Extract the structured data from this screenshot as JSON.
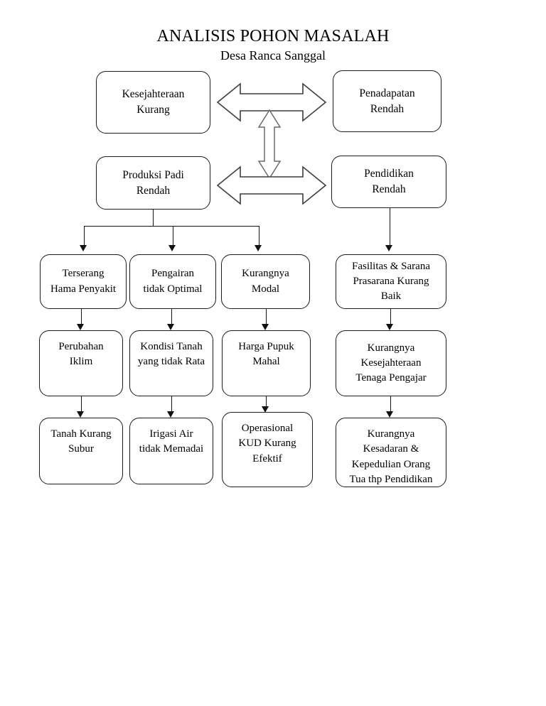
{
  "page": {
    "title_main": "ANALISIS POHON MASALAH",
    "title_sub": "Desa Ranca Sanggal",
    "background_color": "#ffffff",
    "line_color": "#111111"
  },
  "diagram": {
    "type": "problem-tree",
    "nodes": {
      "r1c1": "Kesejahteraan\nKurang",
      "r1c4": "Penadapatan\nRendah",
      "r2c1": "Produksi Padi\nRendah",
      "r2c4": "Pendidikan\nRendah",
      "r3c1": "Terserang\nHama Penyakit",
      "r3c2": "Pengairan\ntidak Optimal",
      "r3c3": "Kurangnya\nModal",
      "r3c4": "Fasilitas & Sarana\nPrasarana Kurang\nBaik",
      "r4c1": "Perubahan\nIklim",
      "r4c2": "Kondisi Tanah\nyang tidak Rata",
      "r4c3": "Harga Pupuk\nMahal",
      "r4c4": "Kurangnya\nKesejahteraan\nTenaga Pengajar",
      "r5c1": "Tanah Kurang\nSubur",
      "r5c2": "Irigasi Air\ntidak Memadai",
      "r5c3": "Operasional\nKUD Kurang\nEfektif",
      "r5c4": "Kurangnya\nKesadaran &\nKepedulian Orang\nTua thp Pendidikan"
    },
    "connectors": {
      "double_arrow_top_horizontal": "bidirectional between Kesejahteraan Kurang and Penadapatan Rendah",
      "double_arrow_bottom_horizontal": "bidirectional between Produksi Padi Rendah and Pendidikan Rendah",
      "double_arrow_vertical": "bidirectional between the two horizontal arrows",
      "branch_from_produksi_padi": [
        "Terserang Hama Penyakit",
        "Pengairan tidak Optimal",
        "Kurangnya Modal"
      ],
      "chain_pendidikan": [
        "Fasilitas & Sarana Prasarana Kurang Baik",
        "Kurangnya Kesejahteraan Tenaga Pengajar",
        "Kurangnya Kesadaran & Kepedulian Orang Tua thp Pendidikan"
      ],
      "chain_col1": [
        "Terserang Hama Penyakit",
        "Perubahan Iklim",
        "Tanah Kurang Subur"
      ],
      "chain_col2": [
        "Pengairan tidak Optimal",
        "Kondisi Tanah yang tidak Rata",
        "Irigasi Air tidak Memadai"
      ],
      "chain_col3": [
        "Kurangnya Modal",
        "Harga Pupuk Mahal",
        "Operasional KUD Kurang Efektif"
      ]
    }
  }
}
